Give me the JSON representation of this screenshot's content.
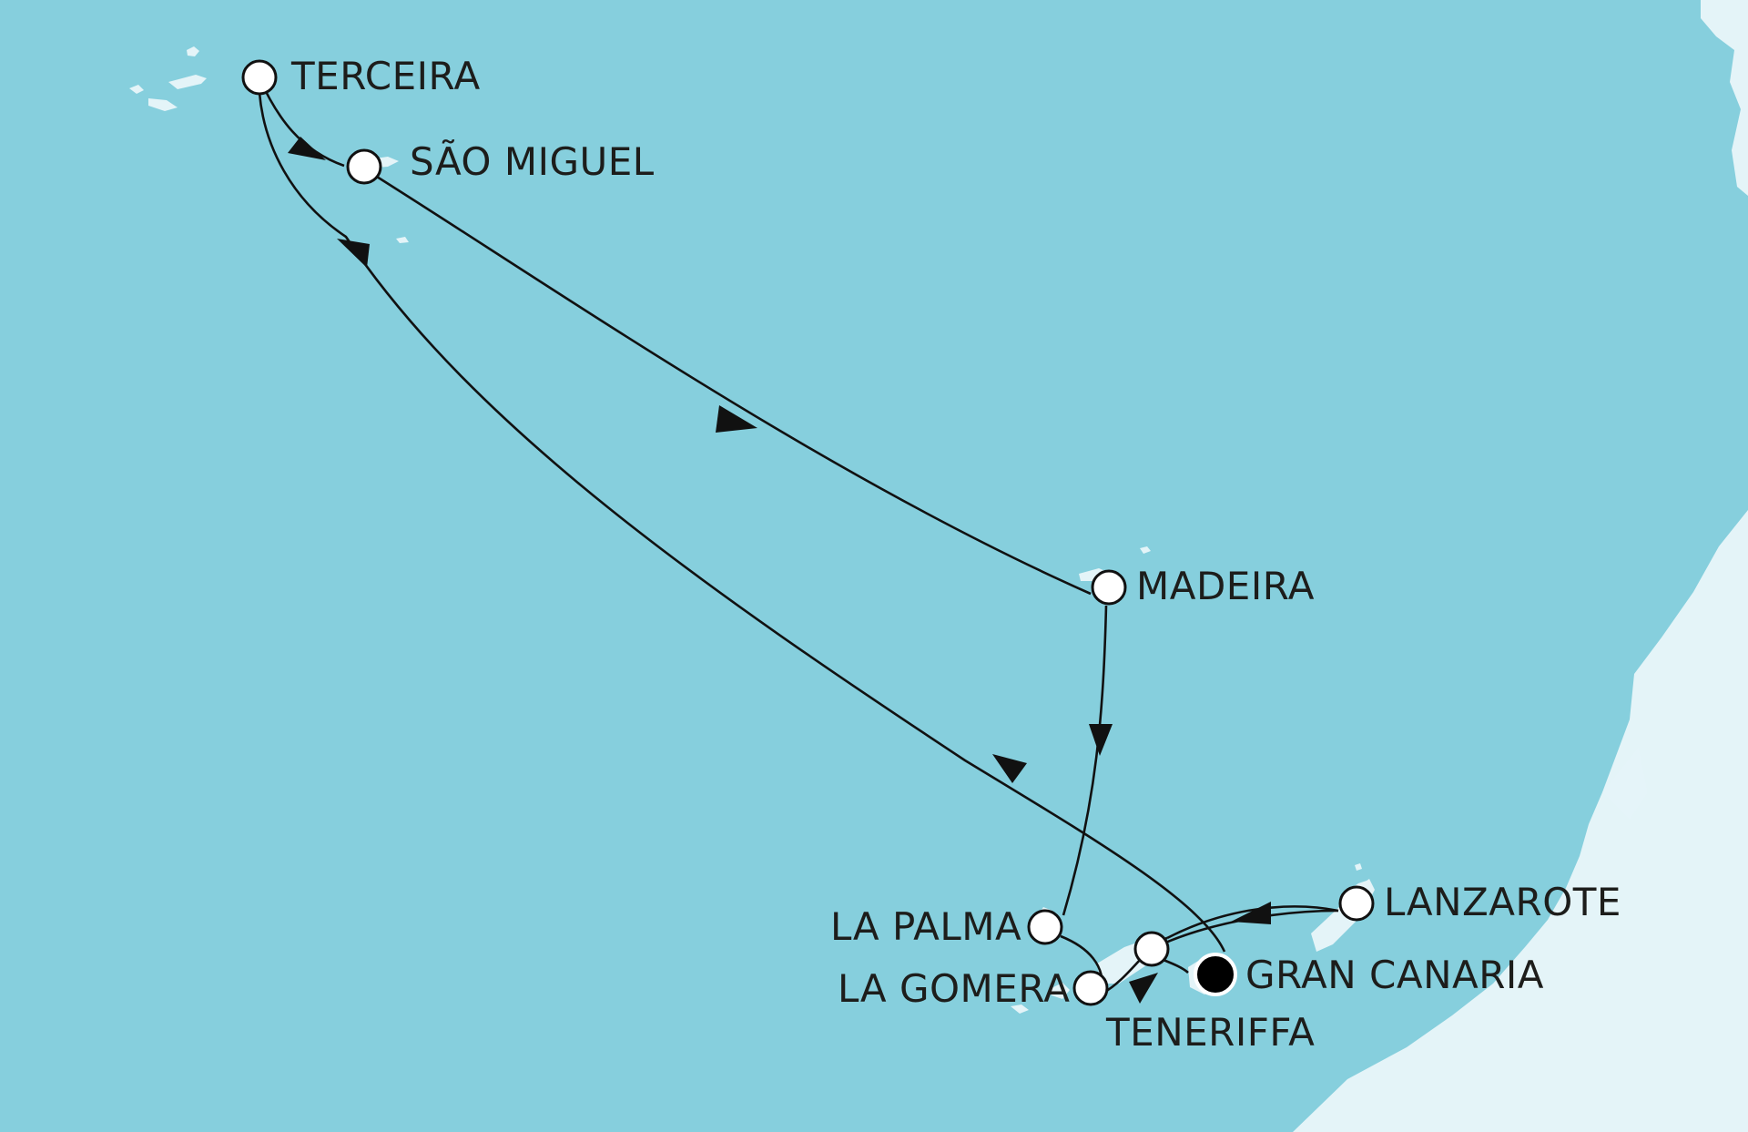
{
  "map": {
    "colors": {
      "sea": "#86cfdd",
      "land": "#e4f4f8",
      "route": "#111111",
      "stop_fill": "#ffffff",
      "home_fill": "#000000",
      "label": "#1d1d1b"
    },
    "stops": [
      {
        "name": "TERCEIRA",
        "type": "port"
      },
      {
        "name": "SÃO MIGUEL",
        "type": "port"
      },
      {
        "name": "MADEIRA",
        "type": "port"
      },
      {
        "name": "LA PALMA",
        "type": "port"
      },
      {
        "name": "LA GOMERA",
        "type": "port"
      },
      {
        "name": "TENERIFFA",
        "type": "port"
      },
      {
        "name": "GRAN CANARIA",
        "type": "home-port"
      },
      {
        "name": "LANZAROTE",
        "type": "port"
      }
    ],
    "icons": {
      "port": "circle-outline-marker",
      "home_port": "filled-circle-marker",
      "direction": "triangle-arrow"
    }
  }
}
